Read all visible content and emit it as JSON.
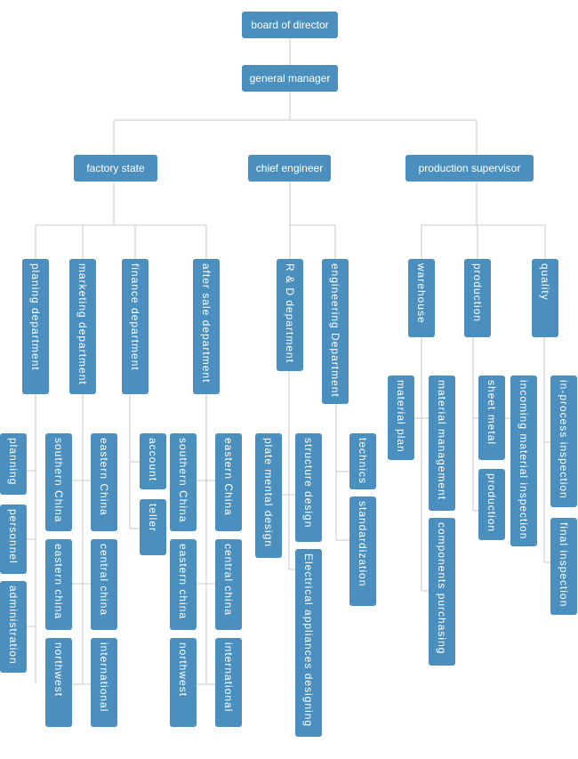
{
  "chart_data": {
    "type": "org-chart",
    "colors": {
      "node": "#4a8fbd",
      "text": "#ffffff",
      "connector": "#c8c8c8"
    },
    "root": {
      "label": "board of director",
      "children": [
        {
          "label": "general manager",
          "children": [
            {
              "label": "factory state",
              "children": [
                {
                  "label": "planing department",
                  "children": [
                    {
                      "label": "planning"
                    },
                    {
                      "label": "personnel"
                    },
                    {
                      "label": "administration"
                    }
                  ]
                },
                {
                  "label": "marketing department",
                  "children": [
                    {
                      "label": "southern China"
                    },
                    {
                      "label": "eastern China"
                    },
                    {
                      "label": "eastern china"
                    },
                    {
                      "label": "central china"
                    },
                    {
                      "label": "northwest"
                    },
                    {
                      "label": "international"
                    }
                  ]
                },
                {
                  "label": "finance department",
                  "children": [
                    {
                      "label": "account"
                    },
                    {
                      "label": "teller"
                    }
                  ]
                },
                {
                  "label": "after sale department",
                  "children": [
                    {
                      "label": "southern China"
                    },
                    {
                      "label": "eastern China"
                    },
                    {
                      "label": "eastern china"
                    },
                    {
                      "label": "central china"
                    },
                    {
                      "label": "northwest"
                    },
                    {
                      "label": "international"
                    }
                  ]
                }
              ]
            },
            {
              "label": "chief engineer",
              "children": [
                {
                  "label": "R & D department",
                  "children": [
                    {
                      "label": "plate mental design"
                    },
                    {
                      "label": "structure design"
                    },
                    {
                      "label": "Electrical appliances designing"
                    }
                  ]
                },
                {
                  "label": "engineering Department",
                  "children": [
                    {
                      "label": "technics"
                    },
                    {
                      "label": "standardization"
                    }
                  ]
                }
              ]
            },
            {
              "label": "production supervisor",
              "children": [
                {
                  "label": "warehouse",
                  "children": [
                    {
                      "label": "material plan"
                    },
                    {
                      "label": "material management"
                    },
                    {
                      "label": "components  purchasing"
                    }
                  ]
                },
                {
                  "label": "production",
                  "children": [
                    {
                      "label": "sheet metal"
                    },
                    {
                      "label": "production"
                    },
                    {
                      "label": "incoming material inspection"
                    }
                  ]
                },
                {
                  "label": "quality",
                  "children": [
                    {
                      "label": "in-process inspection"
                    },
                    {
                      "label": "final inspection"
                    }
                  ]
                }
              ]
            }
          ]
        }
      ]
    }
  }
}
